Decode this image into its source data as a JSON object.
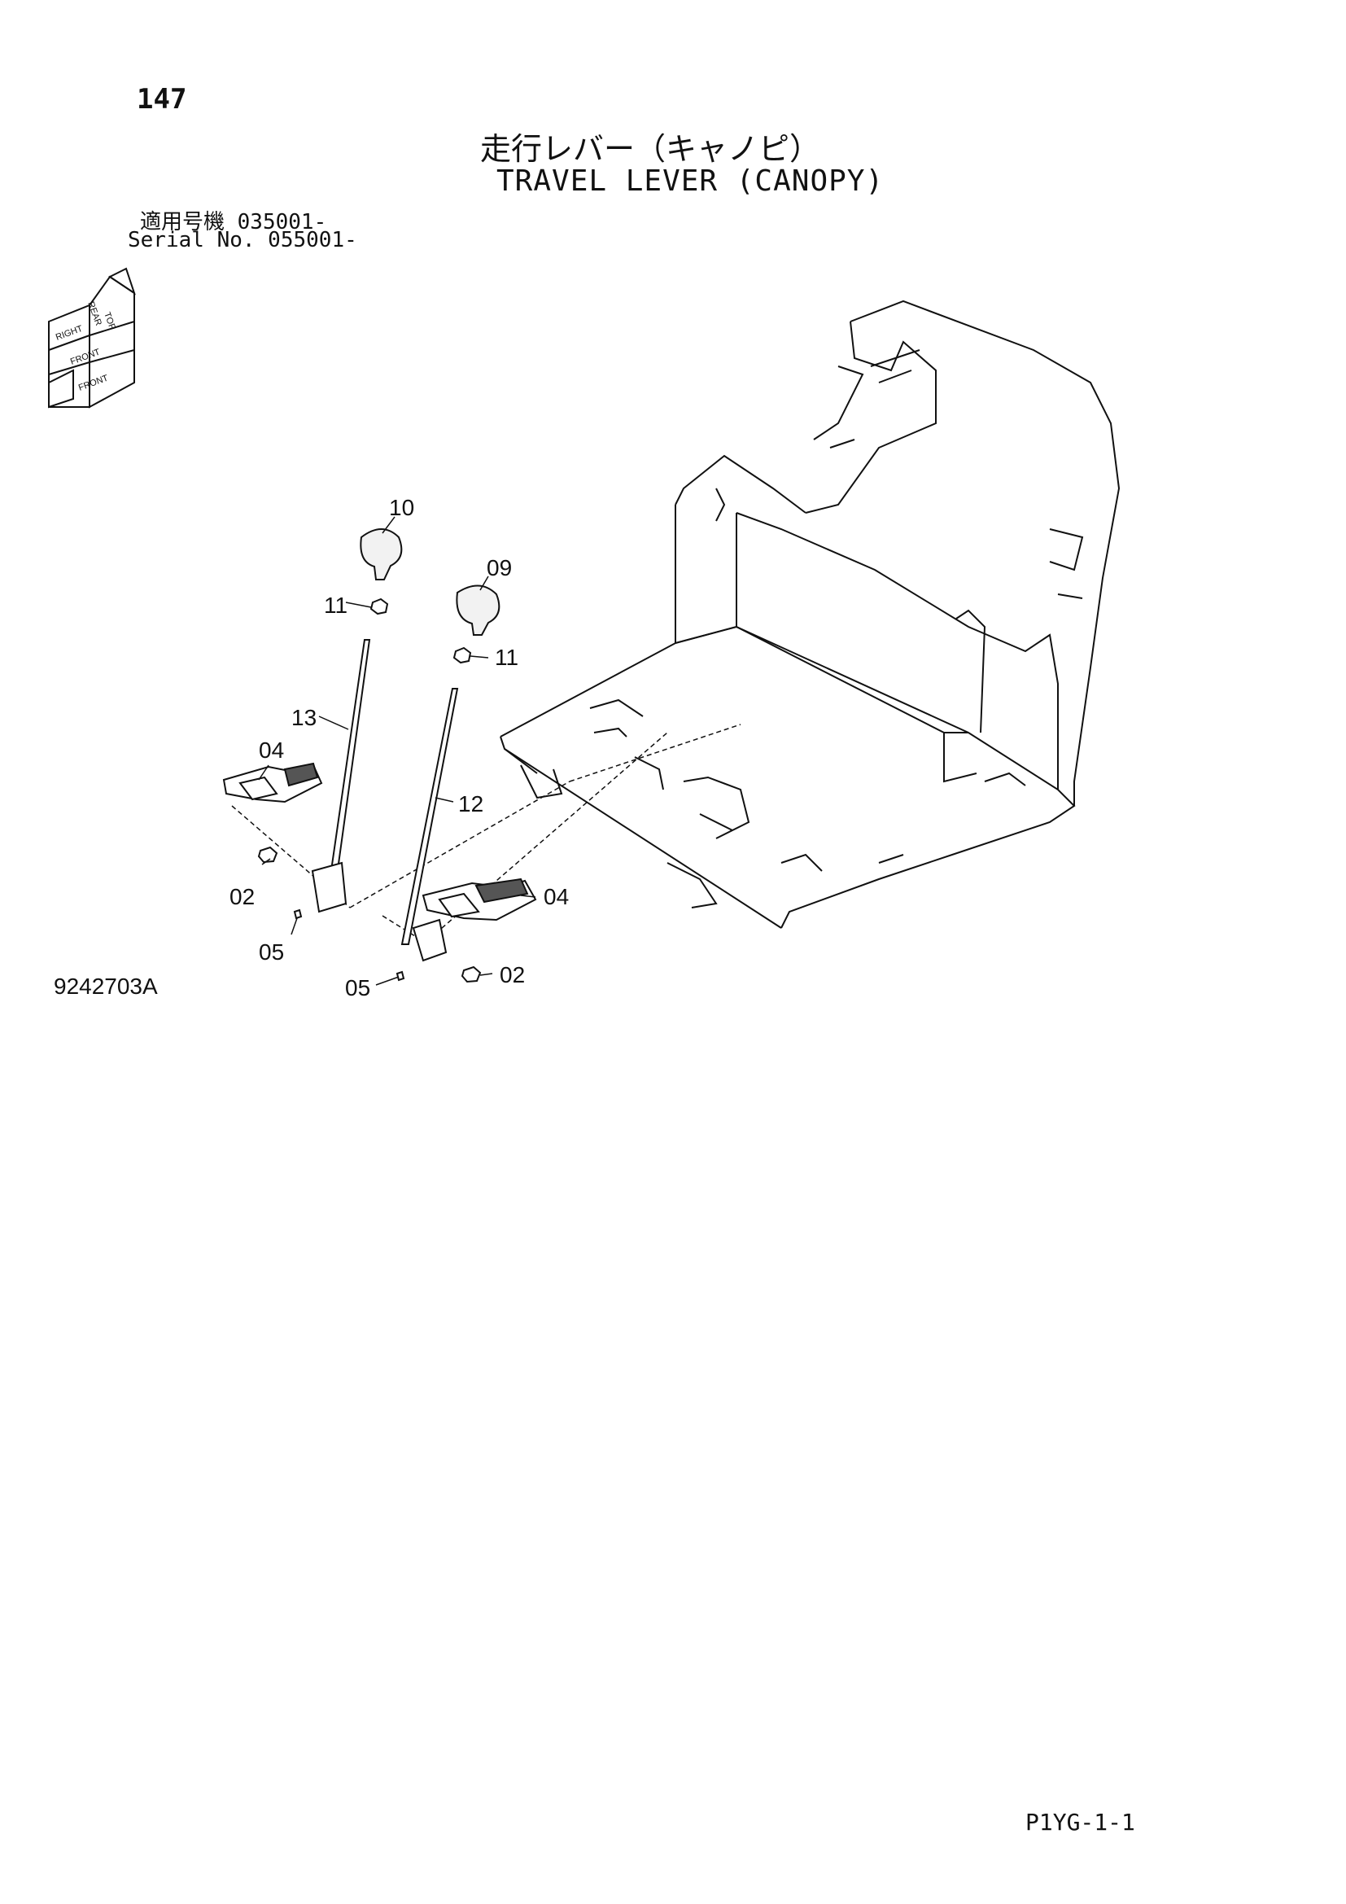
{
  "header": {
    "page_number": "147",
    "title_jp": "走行レバー（キャノピ）",
    "title_en": "TRAVEL LEVER (CANOPY)",
    "serial_line_jp": "適用号機  035001-",
    "serial_line_en": "Serial No. 055001-"
  },
  "orientation_icon": {
    "labels": [
      "TOP",
      "REAR",
      "RIGHT",
      "FRONT",
      "FRONT"
    ]
  },
  "callouts": [
    {
      "id": "c10",
      "text": "10"
    },
    {
      "id": "c09",
      "text": "09"
    },
    {
      "id": "c11a",
      "text": "11"
    },
    {
      "id": "c11b",
      "text": "11"
    },
    {
      "id": "c13",
      "text": "13"
    },
    {
      "id": "c04a",
      "text": "04"
    },
    {
      "id": "c12",
      "text": "12"
    },
    {
      "id": "c02a",
      "text": "02"
    },
    {
      "id": "c05a",
      "text": "05"
    },
    {
      "id": "c04b",
      "text": "04"
    },
    {
      "id": "c05b",
      "text": "05"
    },
    {
      "id": "c02b",
      "text": "02"
    }
  ],
  "footer": {
    "drawing_code": "9242703A",
    "page_code": "P1YG-1-1"
  }
}
